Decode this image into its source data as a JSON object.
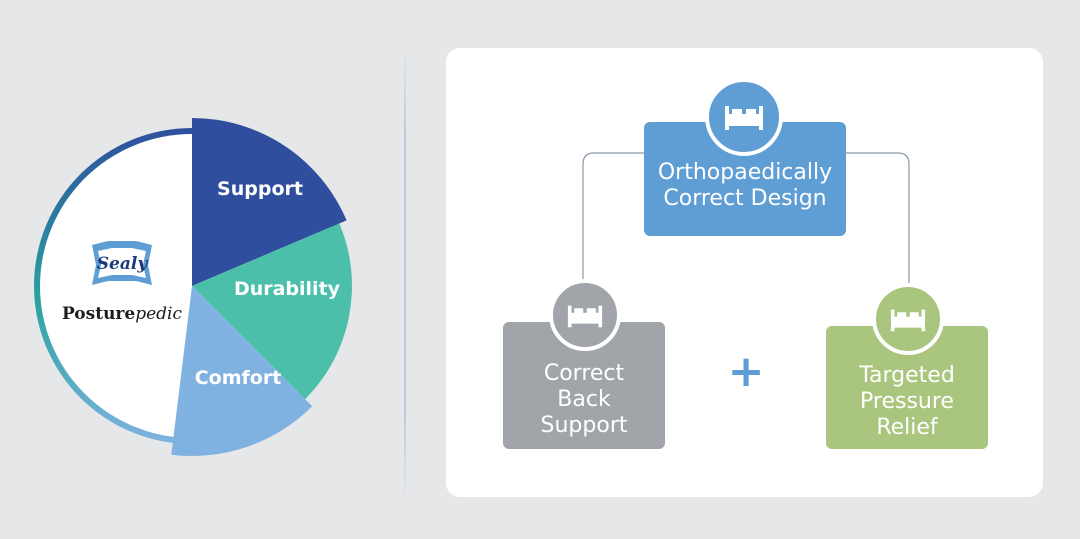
{
  "wheel": {
    "brand_top": "Sealy",
    "brand_bottom_bold": "Posture",
    "brand_bottom_italic": "pedic",
    "segments": [
      {
        "label": "Support",
        "color": "#2f4f9e"
      },
      {
        "label": "Durability",
        "color": "#4cbfaa"
      },
      {
        "label": "Comfort",
        "color": "#7fb2e0"
      }
    ]
  },
  "diagram": {
    "top": {
      "label": "Orthopaedically Correct Design",
      "color": "#5f9ed4",
      "icon": "bed-icon"
    },
    "left": {
      "label": "Correct Back Support",
      "color": "#a1a5aa",
      "icon": "bed-icon"
    },
    "right": {
      "label": "Targeted Pressure Relief",
      "color": "#a9c57e",
      "icon": "bed-icon"
    },
    "operator": "+"
  },
  "colors": {
    "background": "#e6e7e8",
    "panel": "#ffffff",
    "connector": "#8a9aa8"
  }
}
